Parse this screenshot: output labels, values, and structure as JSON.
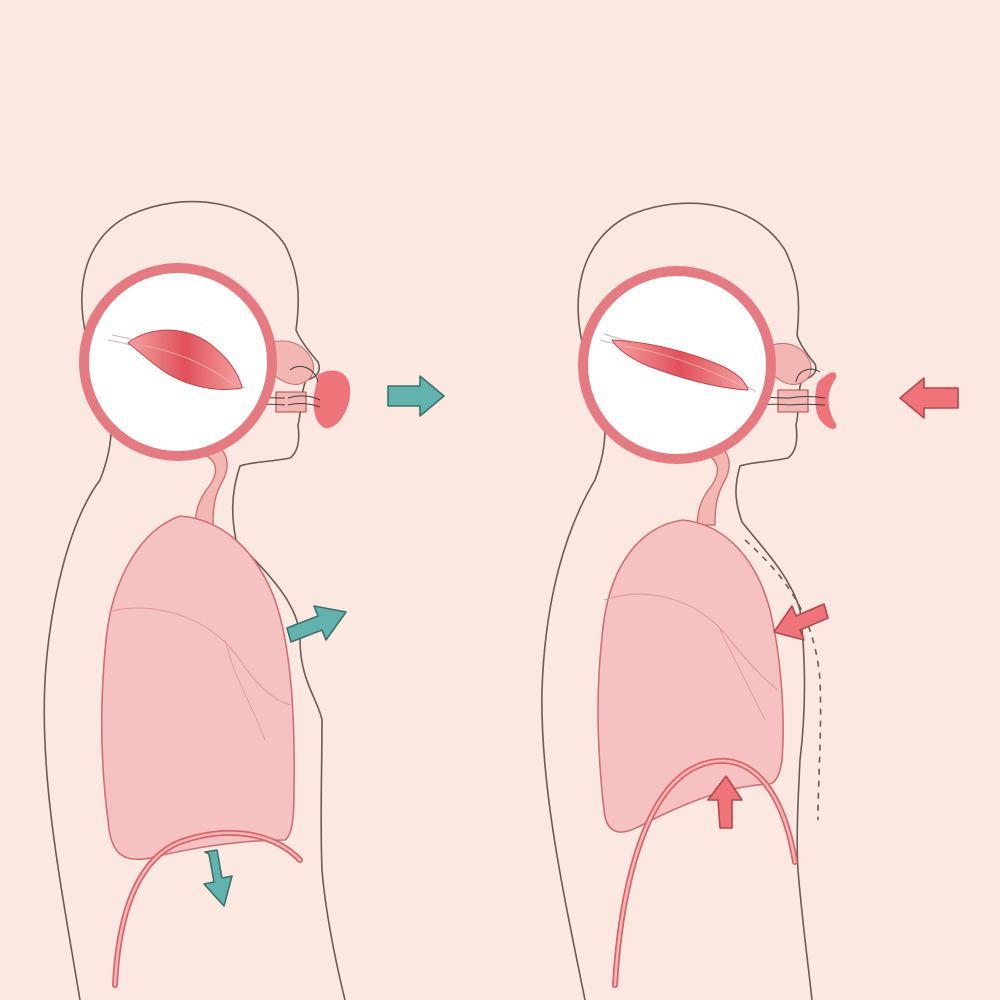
{
  "colors": {
    "background": "#fbe9e1",
    "outline": "#6b5a55",
    "lung_fill": "#f6c1c1",
    "lung_stroke": "#cf6f74",
    "circle_ring": "#e57a80",
    "muscle": "#e8636b",
    "airway": "#f2b7b3",
    "diaphragm": "#d9646c",
    "exhale_arrow": "#62b3ae",
    "inhale_arrow": "#ee7479",
    "arrow_stroke": "#3f6f6d",
    "arrow_stroke_red": "#b8464c"
  },
  "panels": [
    {
      "id": "exhale",
      "muscle_state": "contracted",
      "arrow_direction": "outward",
      "arrow_color": "exhale_arrow",
      "diaphragm_motion": "down"
    },
    {
      "id": "inhale",
      "muscle_state": "relaxed",
      "arrow_direction": "inward",
      "arrow_color": "inhale_arrow",
      "diaphragm_motion": "up"
    }
  ],
  "icons": [
    "muscle-icon",
    "arrow-icon",
    "lung-icon",
    "diaphragm-icon"
  ]
}
